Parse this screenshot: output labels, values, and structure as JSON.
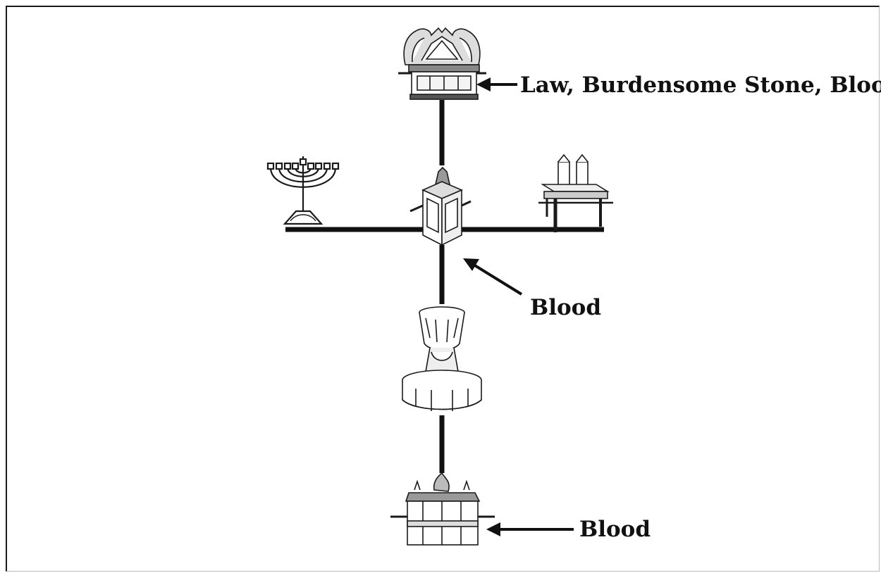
{
  "labels": {
    "ark": "Law, Burdensome Stone, Blood",
    "incense_altar": "Blood",
    "brazen_altar": "Blood"
  },
  "icons": {
    "top": "ark-of-covenant-icon",
    "left": "menorah-icon",
    "right": "table-of-showbread-icon",
    "center": "altar-of-incense-icon",
    "lower": "laver-icon",
    "bottom": "brazen-altar-icon"
  },
  "colors": {
    "line": "#111111",
    "ink": "#1a1a1a",
    "paper": "#ffffff"
  }
}
